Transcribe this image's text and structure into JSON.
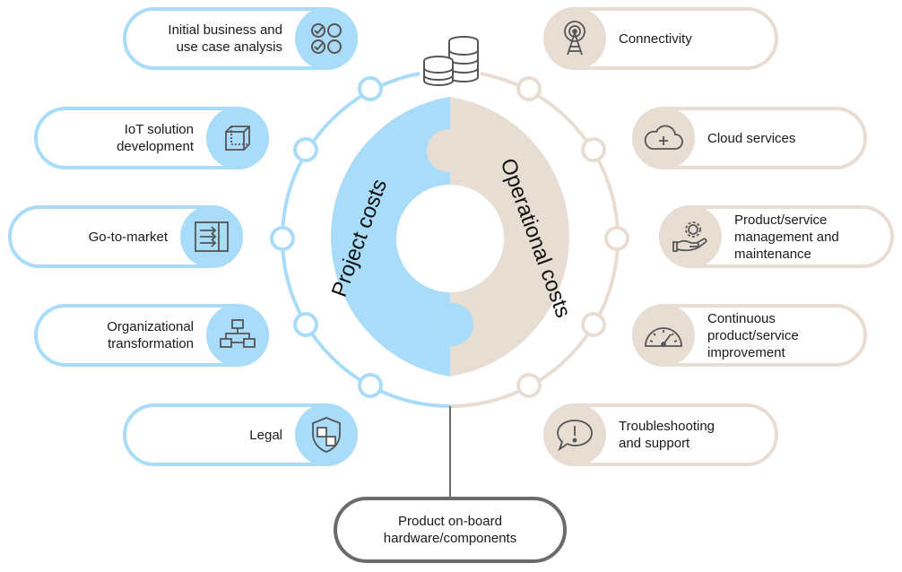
{
  "colors": {
    "project": "#a9dcf8",
    "operational": "#e8ddd2",
    "connector": "#6b6b6b"
  },
  "center": {
    "left_label": "Project costs",
    "right_label": "Operational costs",
    "top_icon": "coin-stack-icon"
  },
  "left_items": [
    {
      "label": "Initial business and\nuse case analysis",
      "icon": "checklist-icon"
    },
    {
      "label": "IoT solution\ndevelopment",
      "icon": "cube-icon"
    },
    {
      "label": "Go-to-market",
      "icon": "arrows-box-icon"
    },
    {
      "label": "Organizational\ntransformation",
      "icon": "org-chart-icon"
    },
    {
      "label": "Legal",
      "icon": "shield-icon"
    }
  ],
  "right_items": [
    {
      "label": "Connectivity",
      "icon": "antenna-tower-icon"
    },
    {
      "label": "Cloud services",
      "icon": "cloud-plus-icon"
    },
    {
      "label": "Product/service\nmanagement and\nmaintenance",
      "icon": "hand-gear-icon"
    },
    {
      "label": "Continuous\nproduct/service\nimprovement",
      "icon": "speedometer-icon"
    },
    {
      "label": "Troubleshooting\nand support",
      "icon": "speech-bubble-exclamation-icon"
    }
  ],
  "bottom_item": {
    "label": "Product on-board\nhardware/components"
  }
}
